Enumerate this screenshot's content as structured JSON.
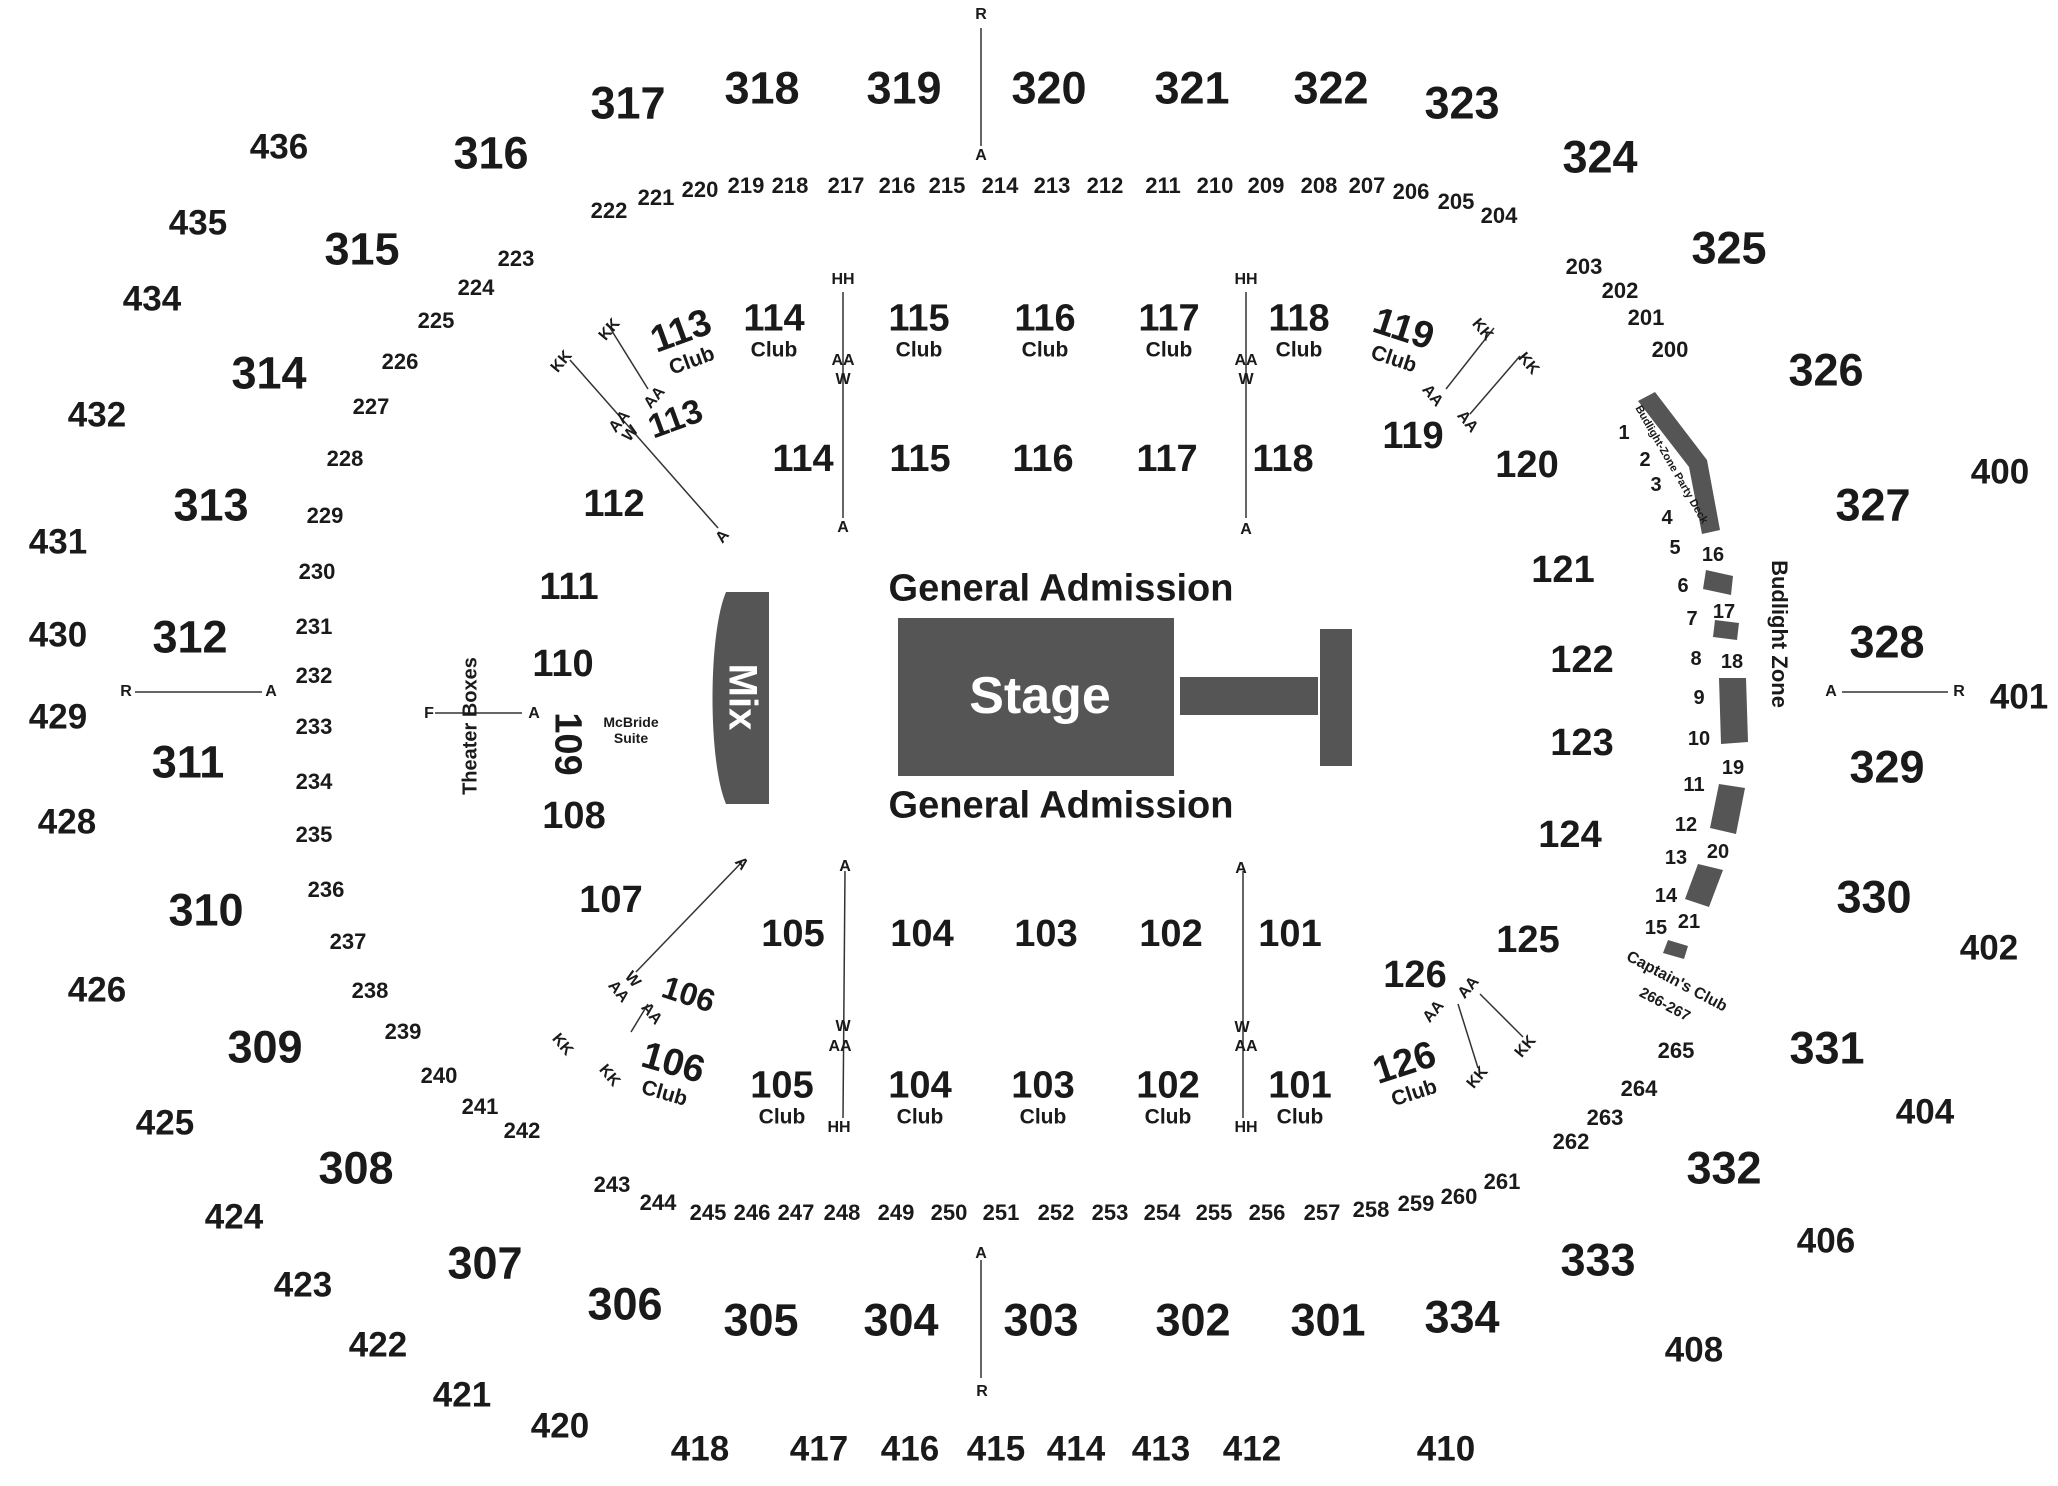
{
  "sections_300": [
    "301",
    "302",
    "303",
    "304",
    "305",
    "306",
    "307",
    "308",
    "309",
    "310",
    "311",
    "312",
    "313",
    "314",
    "315",
    "316",
    "317",
    "318",
    "319",
    "320",
    "321",
    "322",
    "323",
    "324",
    "325",
    "326",
    "327",
    "328",
    "329",
    "330",
    "331",
    "332",
    "333",
    "334"
  ],
  "sections_400": [
    "400",
    "401",
    "402",
    "404",
    "406",
    "408",
    "410",
    "412",
    "413",
    "414",
    "415",
    "416",
    "417",
    "418",
    "420",
    "421",
    "422",
    "423",
    "424",
    "425",
    "426",
    "428",
    "429",
    "430",
    "431",
    "432",
    "434",
    "435",
    "436"
  ],
  "sections_200": [
    "200",
    "201",
    "202",
    "203",
    "204",
    "205",
    "206",
    "207",
    "208",
    "209",
    "210",
    "211",
    "212",
    "213",
    "214",
    "215",
    "216",
    "217",
    "218",
    "219",
    "220",
    "221",
    "222",
    "223",
    "224",
    "225",
    "226",
    "227",
    "228",
    "229",
    "230",
    "231",
    "232",
    "233",
    "234",
    "235",
    "236",
    "237",
    "238",
    "239",
    "240",
    "241",
    "242",
    "243",
    "244",
    "245",
    "246",
    "247",
    "248",
    "249",
    "250",
    "251",
    "252",
    "253",
    "254",
    "255",
    "256",
    "257",
    "258",
    "259",
    "260",
    "261",
    "262",
    "263",
    "264",
    "265"
  ],
  "sections_100": [
    "101",
    "102",
    "103",
    "104",
    "105",
    "107",
    "108",
    "110",
    "111",
    "112",
    "113",
    "114",
    "115",
    "116",
    "117",
    "118",
    "119",
    "120",
    "121",
    "122",
    "123",
    "124",
    "125",
    "126",
    "106",
    "109"
  ],
  "clubs": {
    "c114": {
      "num": "114",
      "label": "Club"
    },
    "c115": {
      "num": "115",
      "label": "Club"
    },
    "c116": {
      "num": "116",
      "label": "Club"
    },
    "c117": {
      "num": "117",
      "label": "Club"
    },
    "c118": {
      "num": "118",
      "label": "Club"
    },
    "c105": {
      "num": "105",
      "label": "Club"
    },
    "c104": {
      "num": "104",
      "label": "Club"
    },
    "c103": {
      "num": "103",
      "label": "Club"
    },
    "c102": {
      "num": "102",
      "label": "Club"
    },
    "c101": {
      "num": "101",
      "label": "Club"
    },
    "c113": {
      "num": "113",
      "label": "Club"
    },
    "c119": {
      "num": "119",
      "label": "Club"
    },
    "c106": {
      "num": "106",
      "label": "Club"
    },
    "c126": {
      "num": "126",
      "label": "Club"
    }
  },
  "rows": {
    "r": "R",
    "a": "A",
    "w": "W",
    "aa": "AA",
    "kk": "KK",
    "hh": "HH",
    "f": "F"
  },
  "budlight_zone_numbers": [
    "1",
    "2",
    "3",
    "4",
    "5",
    "6",
    "7",
    "8",
    "9",
    "10",
    "11",
    "12",
    "13",
    "14",
    "15",
    "16",
    "17",
    "18",
    "19",
    "20",
    "21"
  ],
  "labels": {
    "general_admission": "General Admission",
    "stage": "Stage",
    "mix": "Mix",
    "theater_boxes": "Theater Boxes",
    "mcbride_suite_line1": "McBride",
    "mcbride_suite_line2": "Suite",
    "budlight_zone": "Budlight Zone",
    "budlight_party_deck": "Budlight-Zone Party Deck",
    "captains_club": "Captain's Club",
    "captains_club_range": "266-267"
  },
  "colors": {
    "stage_fill": "#555555",
    "text": "#1a1a1a",
    "background": "#ffffff"
  }
}
